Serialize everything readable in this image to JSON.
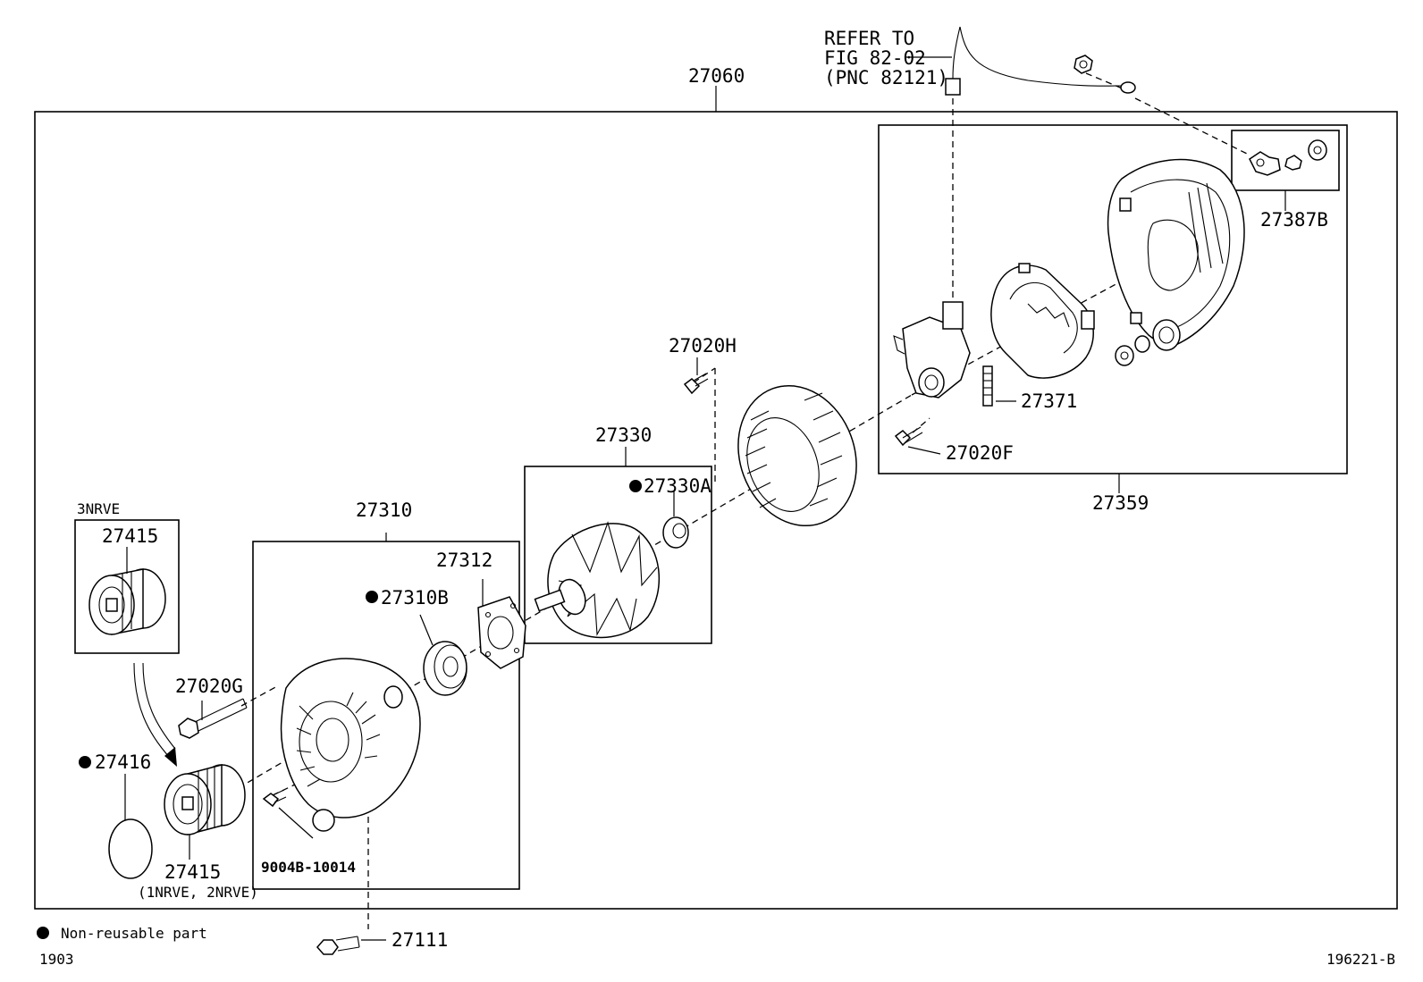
{
  "refer": {
    "line1": "REFER TO",
    "line2": "FIG 82-02",
    "line3": "(PNC 82121)"
  },
  "labels": {
    "p27060": "27060",
    "p27387B": "27387B",
    "p27020H": "27020H",
    "p27371": "27371",
    "p27330": "27330",
    "p27330A": "27330A",
    "p27020F": "27020F",
    "p27359": "27359",
    "p3nrve": "3NRVE",
    "p27415_top": "27415",
    "p27310": "27310",
    "p27312": "27312",
    "p27310B": "27310B",
    "p27020G": "27020G",
    "p27416": "27416",
    "p27415_bottom": "27415",
    "p27415_variant": "(1NRVE, 2NRVE)",
    "p9004B": "9004B-10014",
    "p27111": "27111"
  },
  "legend": {
    "non_reusable": "Non-reusable part"
  },
  "footer": {
    "code_left": "1903",
    "code_right": "196221-B"
  },
  "icons": {
    "non_reusable_marker": "filled-circle"
  }
}
